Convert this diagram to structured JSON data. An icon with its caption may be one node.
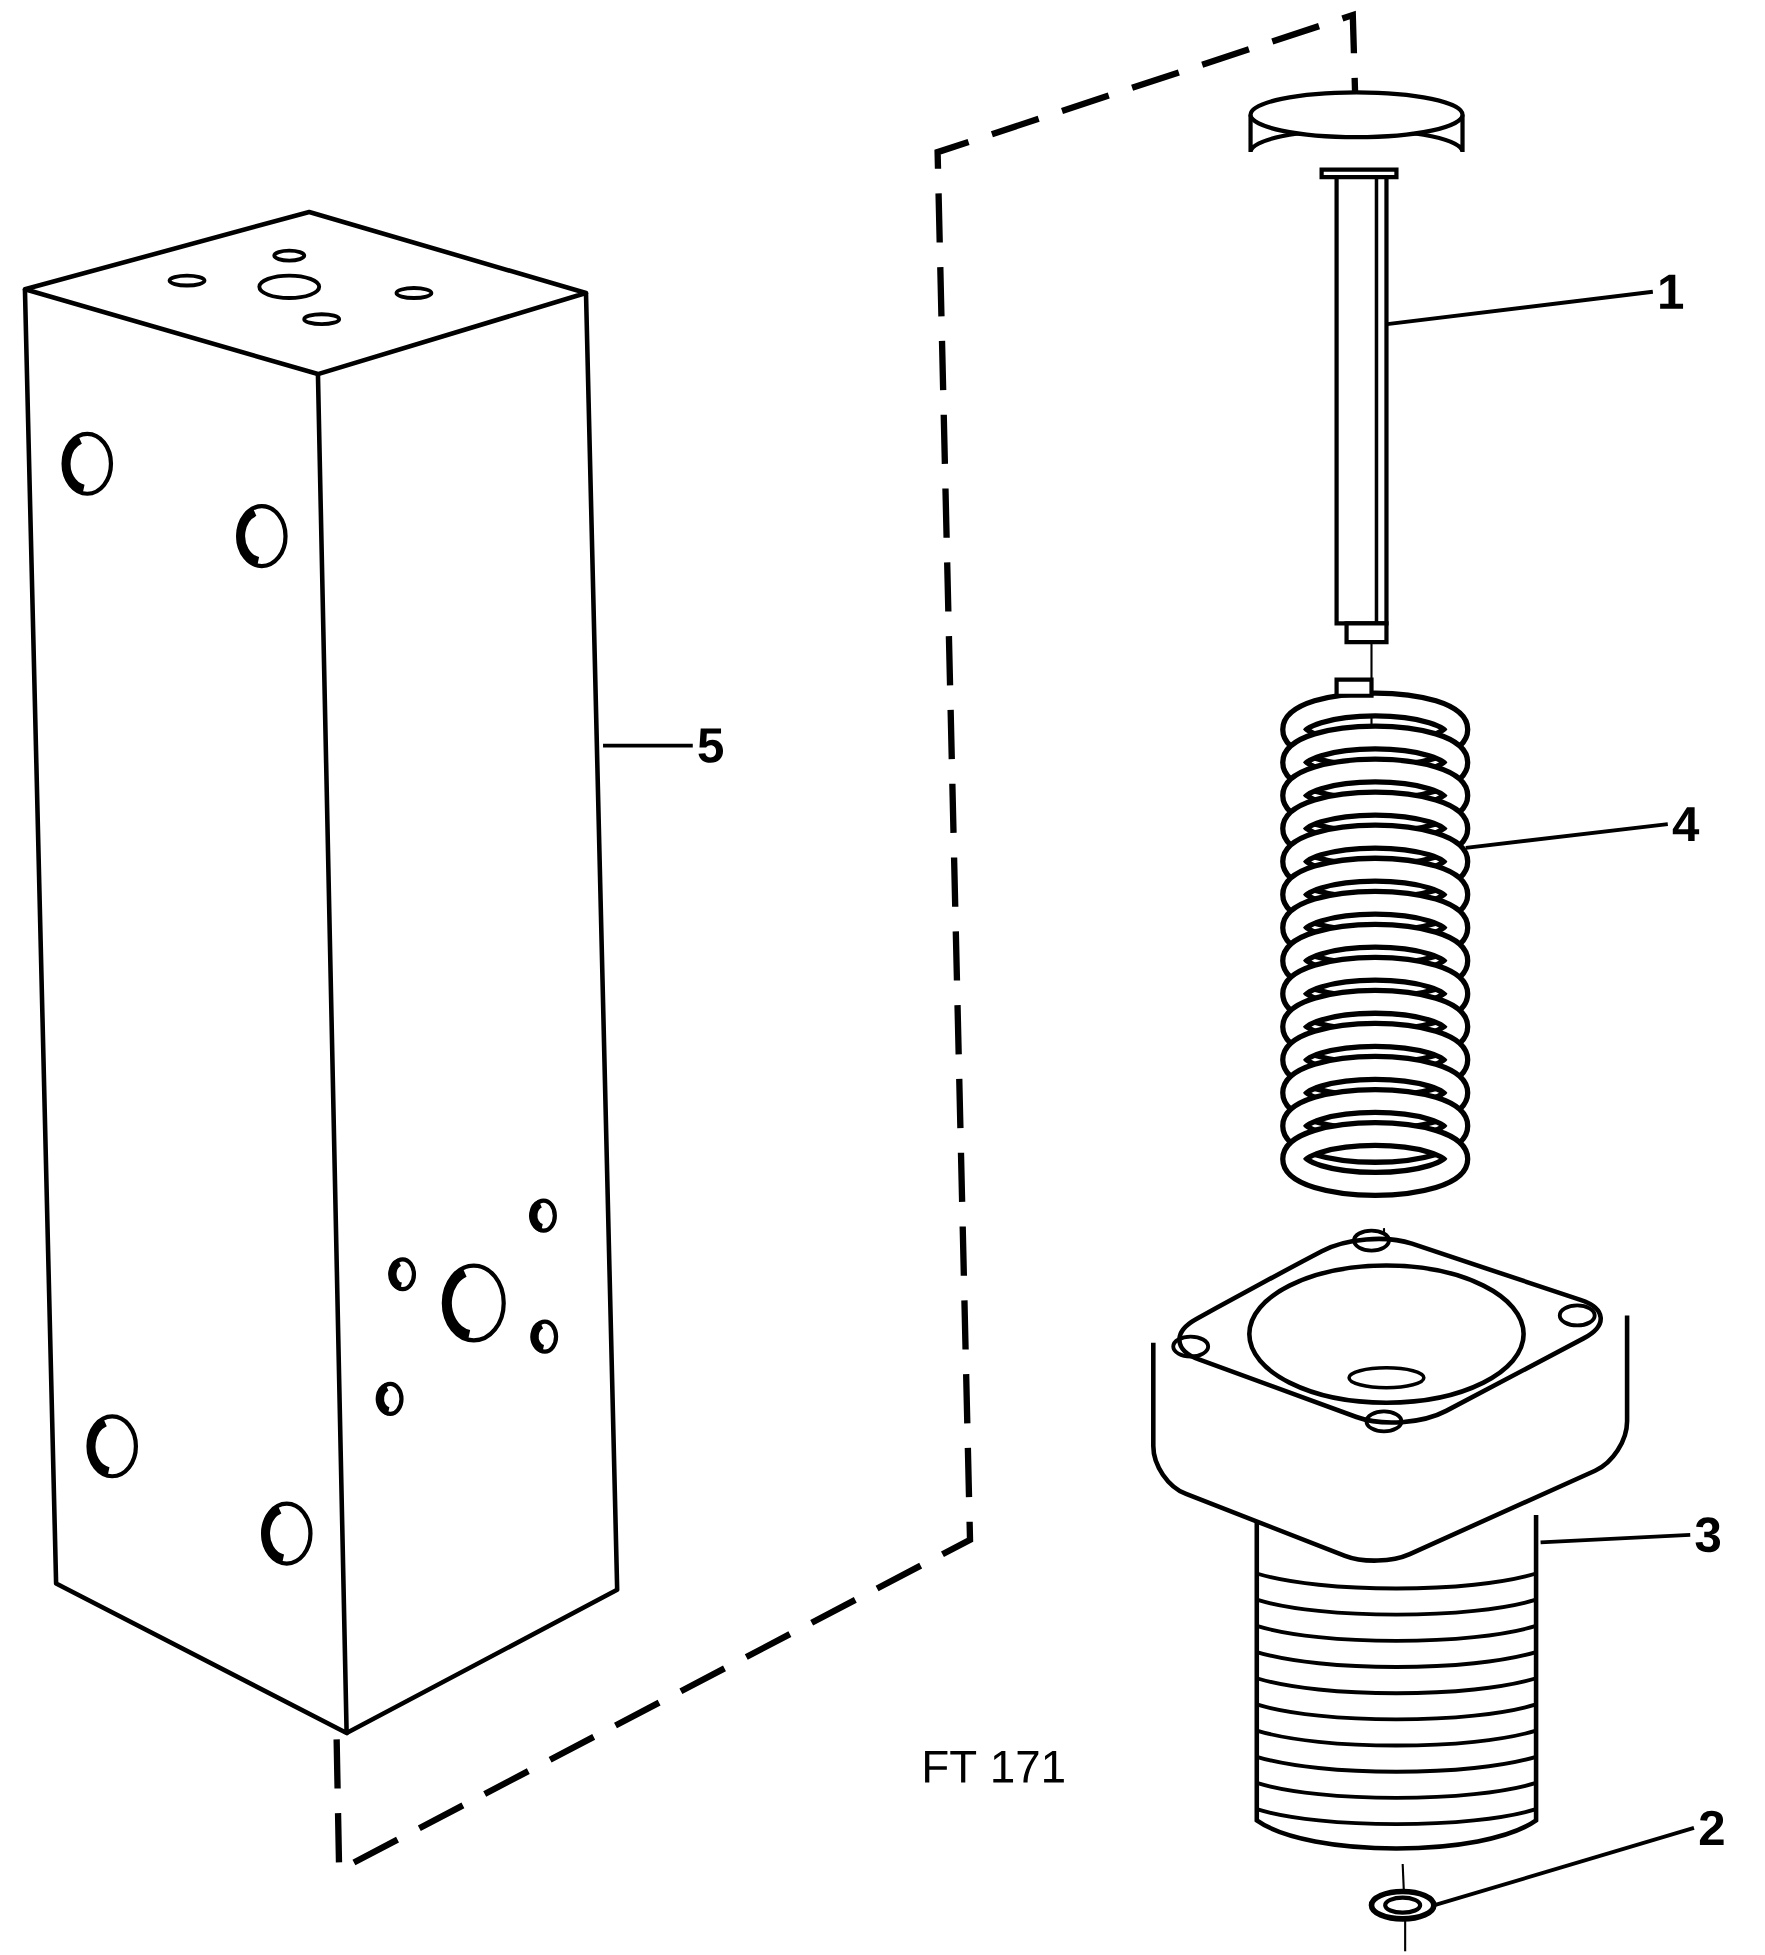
{
  "diagram": {
    "nodes": [
      {
        "text": [
          "1"
        ]
      },
      {
        "text": [],
        "shape": "picture"
      },
      {
        "text": [
          "5"
        ]
      },
      {
        "text": [],
        "shape": "picture"
      },
      {
        "text": [
          "4"
        ]
      },
      {
        "text": [],
        "shape": "picture"
      },
      {
        "text": [
          "3"
        ]
      },
      {
        "text": [],
        "shape": "picture"
      },
      {
        "text": [
          "2"
        ]
      },
      {
        "text": [],
        "shape": "picture"
      }
    ],
    "edges": [
      {
        "from": 0,
        "to": 1,
        "arrow": "none"
      },
      {
        "from": 2,
        "to": 3,
        "arrow": "none"
      },
      {
        "from": 4,
        "to": 5,
        "arrow": "none"
      },
      {
        "from": 6,
        "to": 7,
        "arrow": "none"
      },
      {
        "from": 8,
        "to": 9,
        "arrow": "none"
      }
    ],
    "labels": [
      "FT 171"
    ]
  }
}
